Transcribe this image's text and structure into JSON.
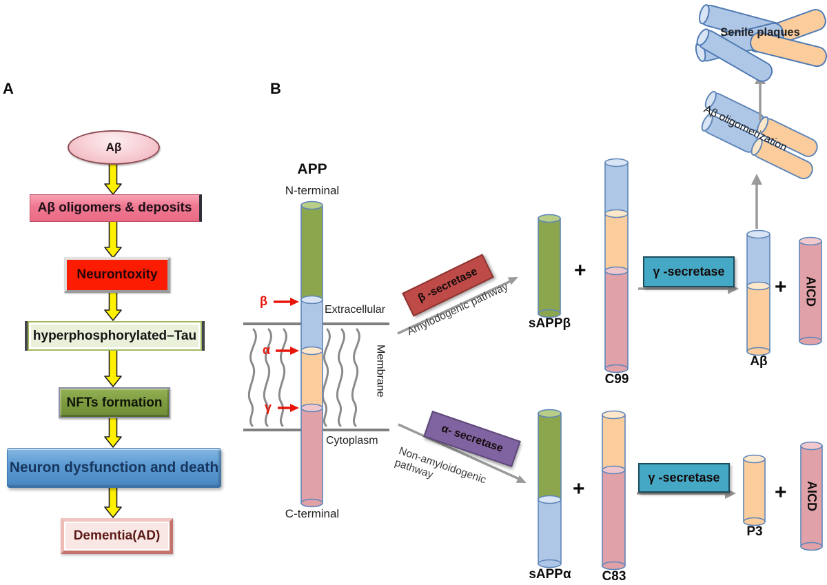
{
  "figure": {
    "panel_a": {
      "label": "A",
      "flow": [
        "Aβ",
        "Aβ oligomers & deposits",
        "Neurontoxity",
        "hyperphosphorylated–Tau",
        "NFTs formation",
        "Neuron dysfunction and death",
        "Dementia(AD)"
      ]
    },
    "panel_b": {
      "label": "B",
      "app": {
        "title": "APP",
        "n_terminal": "N-terminal",
        "c_terminal": "C-terminal",
        "regions": {
          "extracellular": "Extracellular",
          "membrane": "Membrane",
          "cytoplasm": "Cytoplasm"
        },
        "cleavage_sites": {
          "beta": "β",
          "alpha": "α",
          "gamma": "γ"
        }
      },
      "amyloidogenic_pathway": {
        "enzyme": "β -secretase",
        "label": "Amylodogenic pathway",
        "plus": "+",
        "products": {
          "sapp_beta": "sAPPβ",
          "c99": "C99"
        },
        "gamma_enzyme": "γ -secretase",
        "final_products": {
          "abeta": "Aβ",
          "aicd": "AICD"
        },
        "oligomerization": "Aβ oligomerization",
        "senile_plaques": "Senile plaques"
      },
      "non_amyloidogenic_pathway": {
        "enzyme": "α- secretase",
        "label_line1": "Non-amyloidogenic",
        "label_line2": "pathway",
        "plus": "+",
        "products": {
          "sapp_alpha": "sAPPα",
          "c83": "C83"
        },
        "gamma_enzyme": "γ -secretase",
        "final_products": {
          "p3": "P3",
          "aicd": "AICD"
        }
      }
    }
  },
  "colors": {
    "green_segment": "#8CA64E",
    "blue_segment": "#AFC7E6",
    "orange_segment": "#FBCD9C",
    "pink_segment": "#E0A1A9",
    "beta_secretase_box": "#BE4B48",
    "alpha_secretase_box": "#8064A2",
    "gamma_secretase_box": "#45A9C6",
    "yellow_arrow": "#FFF100",
    "red_arrow": "#E8150A",
    "gray_arrow": "#8F8F8F",
    "flow_pink_box": "#F07A93",
    "flow_red_box": "#FB1C02",
    "flow_pale_green_box": "#E9F1DA",
    "flow_olive_box": "#7C9A3D",
    "flow_blue_box": "#5B9AD2",
    "flow_dementia_box": "#F8E7E5"
  }
}
